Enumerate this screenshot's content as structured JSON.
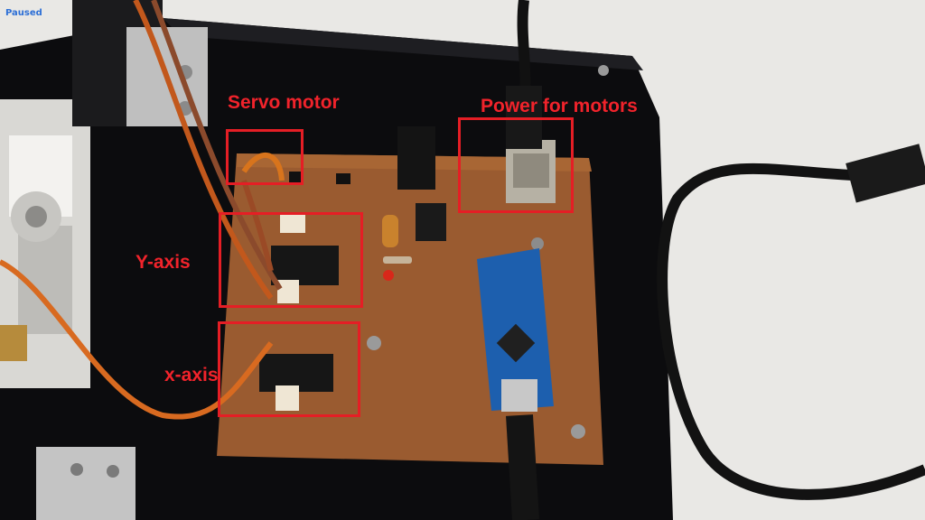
{
  "status": {
    "text": "Paused",
    "color": "#2d6fd6"
  },
  "annotation_color": "#e51e25",
  "annotations": {
    "servo": "Servo motor",
    "power": "Power for motors",
    "y_axis": "Y-axis",
    "x_axis": "x-axis"
  },
  "components": [
    "arduino-nano-board",
    "driver-ic-y",
    "driver-ic-x",
    "dc-jack",
    "usb-port",
    "voltage-regulator",
    "capacitor",
    "resistor",
    "led",
    "usb-cable",
    "servo-wires"
  ]
}
